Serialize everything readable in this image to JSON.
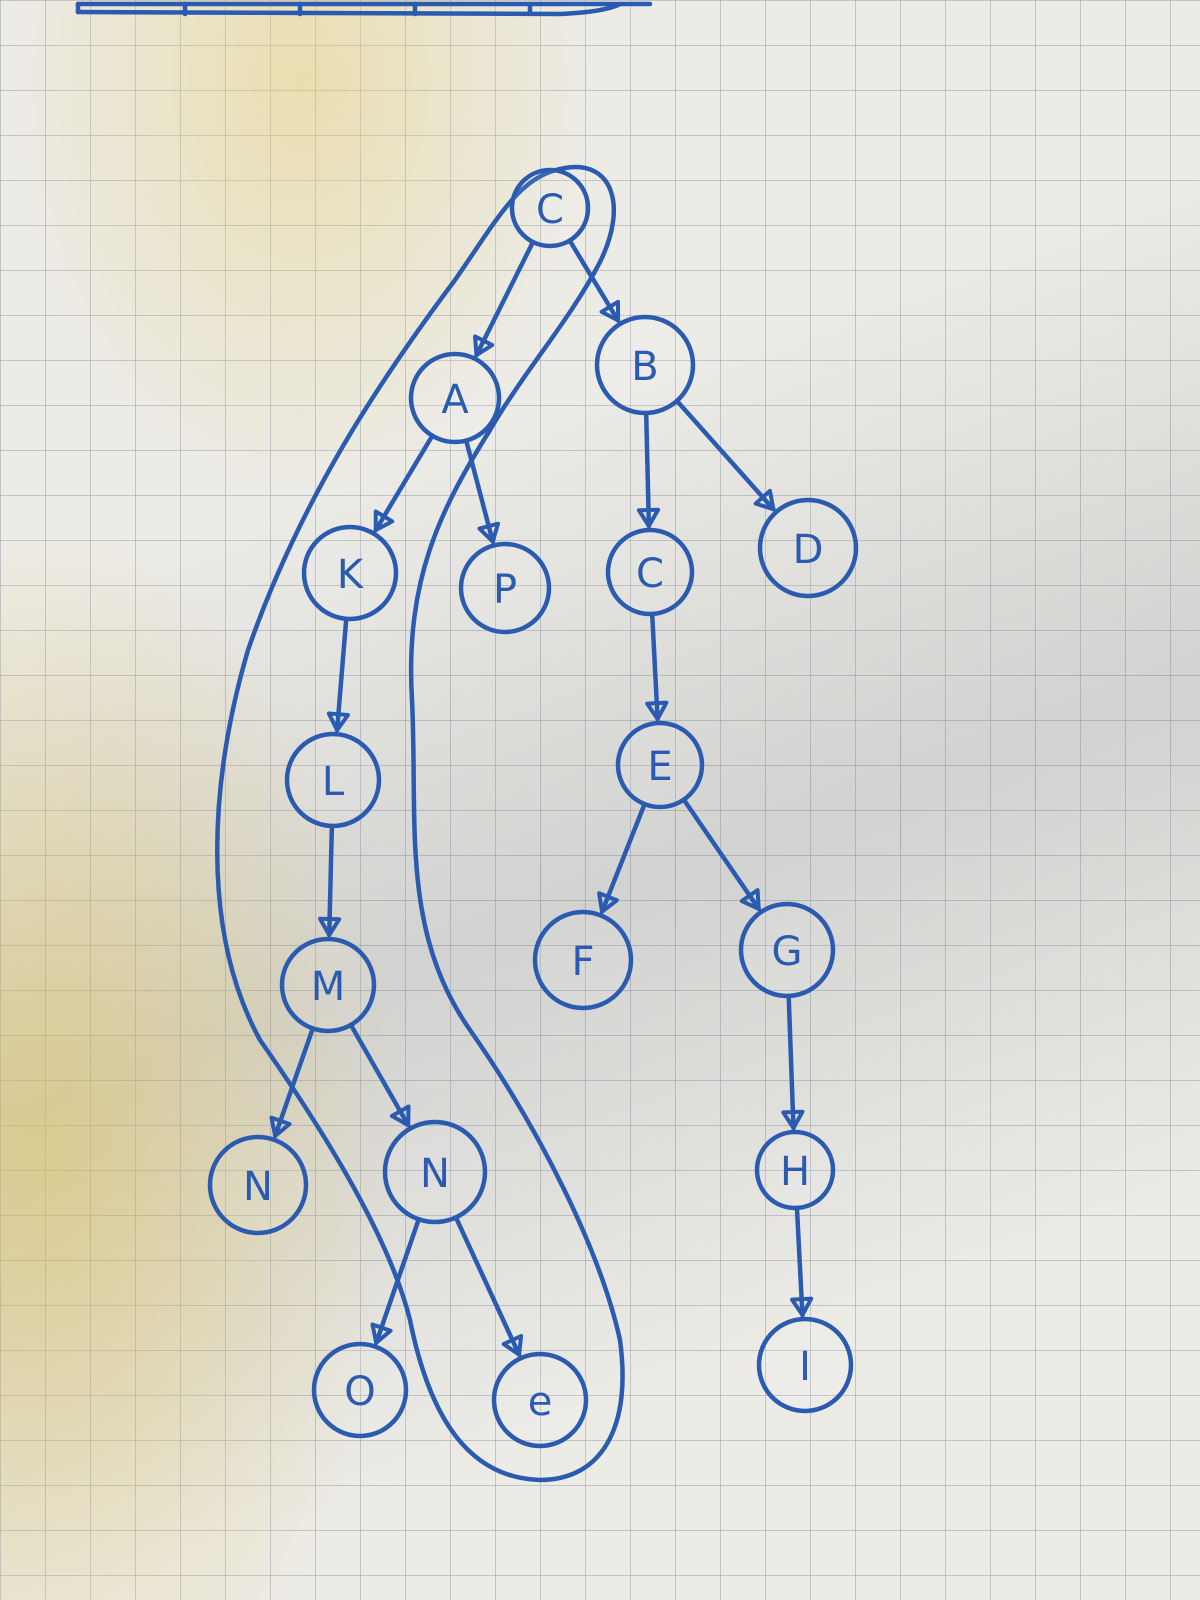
{
  "diagram": {
    "type": "handwritten-tree",
    "ink_color": "#2a5bb0",
    "nodes": [
      {
        "id": "root",
        "label": "C"
      },
      {
        "id": "A",
        "label": "A"
      },
      {
        "id": "B",
        "label": "B"
      },
      {
        "id": "K",
        "label": "K"
      },
      {
        "id": "P",
        "label": "P"
      },
      {
        "id": "C2",
        "label": "C"
      },
      {
        "id": "D",
        "label": "D"
      },
      {
        "id": "L",
        "label": "L"
      },
      {
        "id": "E",
        "label": "E"
      },
      {
        "id": "M",
        "label": "M"
      },
      {
        "id": "F",
        "label": "F"
      },
      {
        "id": "G",
        "label": "G"
      },
      {
        "id": "N1",
        "label": "N"
      },
      {
        "id": "N2",
        "label": "N"
      },
      {
        "id": "H",
        "label": "H"
      },
      {
        "id": "O",
        "label": "O"
      },
      {
        "id": "e",
        "label": "e"
      },
      {
        "id": "I",
        "label": "I"
      }
    ],
    "edges": [
      {
        "from": "root",
        "to": "A"
      },
      {
        "from": "root",
        "to": "B"
      },
      {
        "from": "A",
        "to": "K"
      },
      {
        "from": "A",
        "to": "P"
      },
      {
        "from": "B",
        "to": "C2"
      },
      {
        "from": "B",
        "to": "D"
      },
      {
        "from": "K",
        "to": "L"
      },
      {
        "from": "L",
        "to": "M"
      },
      {
        "from": "M",
        "to": "N1"
      },
      {
        "from": "M",
        "to": "N2"
      },
      {
        "from": "N2",
        "to": "O"
      },
      {
        "from": "N2",
        "to": "e"
      },
      {
        "from": "C2",
        "to": "E"
      },
      {
        "from": "E",
        "to": "F"
      },
      {
        "from": "E",
        "to": "G"
      },
      {
        "from": "G",
        "to": "H"
      },
      {
        "from": "H",
        "to": "I"
      }
    ],
    "highlighted_path": [
      "root",
      "A",
      "K",
      "L",
      "M",
      "N2",
      "e"
    ]
  }
}
